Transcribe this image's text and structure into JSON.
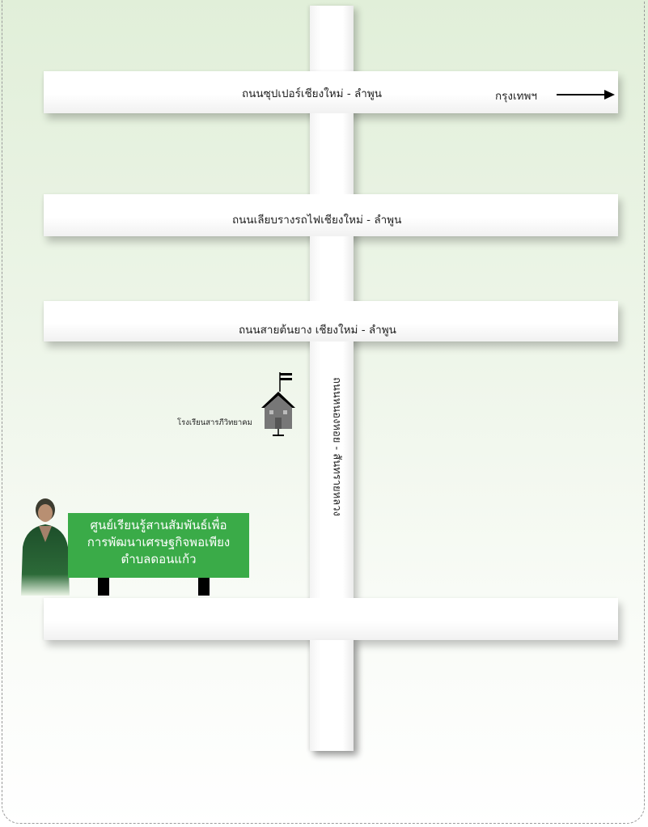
{
  "roads": {
    "superhighway": {
      "label": "ถนนซุปเปอร์เชียงใหม่ - ลำพูน"
    },
    "railway_road": {
      "label": "ถนนเลียบรางรถไฟเชียงใหม่ - ลำพูน"
    },
    "ton_yang_road": {
      "label": "ถนนสายต้นยาง เชียงใหม่ - ลำพูน"
    },
    "vertical_road": {
      "label": "ถนนหนองหอย - สันทรายหลวง"
    }
  },
  "direction": {
    "label": "กรุงเทพฯ",
    "icon": "arrow-right-icon"
  },
  "school": {
    "label": "โรงเรียนสารภีวิทยาคม",
    "icon": "school-icon"
  },
  "center": {
    "line1": "ศูนย์เรียนรู้สานสัมพันธ์เพื่อ",
    "line2": "การพัฒนาเศรษฐกิจพอเพียง",
    "line3": "ตำบลดอนแก้ว",
    "color": "#3aab48"
  },
  "colors": {
    "background_top": "#e1efd9",
    "background_bottom": "#ffffff",
    "road": "#ffffff",
    "border": "#9a9a9a"
  }
}
